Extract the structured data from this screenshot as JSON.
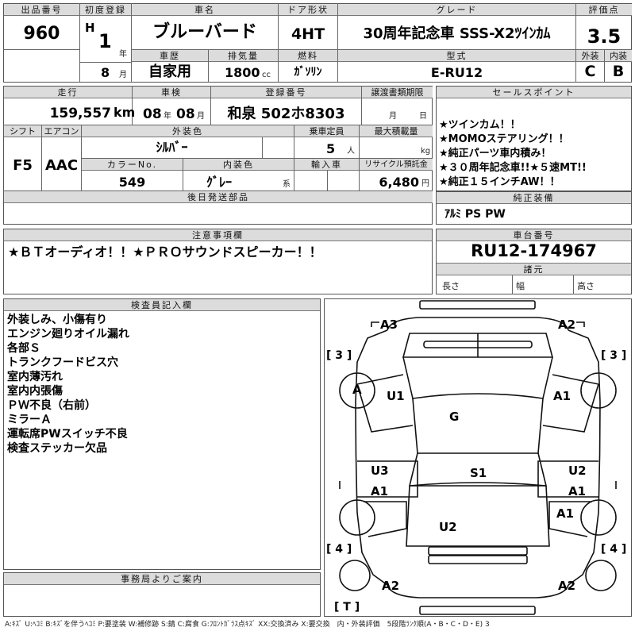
{
  "header": {
    "lot_label": "出品番号",
    "lot": "960",
    "first_reg_label": "初度登録",
    "era": "H",
    "first_reg_year": "1",
    "year_unit": "年",
    "first_reg_month": "8",
    "month_unit": "月",
    "model_label": "車名",
    "model": "ブルーバード",
    "history_label": "車歴",
    "history": "自家用",
    "displacement_label": "排気量",
    "displacement": "1800",
    "cc_unit": "cc",
    "doors_label": "ドア形状",
    "doors": "4HT",
    "fuel_label": "燃料",
    "fuel": "ｶﾞｿﾘﾝ",
    "grade_label": "グレード",
    "grade": "30周年記念車 SSS-X2ﾂｲﾝｶﾑ",
    "type_label": "型式",
    "type": "E-RU12",
    "score_label": "評価点",
    "score": "3.5",
    "ext_label": "外装",
    "ext": "C",
    "int_label": "内装",
    "int": "B"
  },
  "mid": {
    "mileage_label": "走行",
    "mileage": "159,557",
    "km_unit": "km",
    "inspection_label": "車検",
    "insp_year": "08",
    "insp_year_unit": "年",
    "insp_month": "08",
    "insp_month_unit": "月",
    "reg_label": "登録番号",
    "reg_number": "和泉 502ホ8303",
    "transfer_label": "譲渡書類期限",
    "transfer_month_unit": "月",
    "transfer_day_unit": "日",
    "shift_label": "シフト",
    "shift": "F5",
    "ac_label": "エアコン",
    "ac": "AAC",
    "color_label": "外装色",
    "color": "ｼﾙﾊﾞｰ",
    "capacity_label": "乗車定員",
    "capacity": "5",
    "capacity_unit": "人",
    "load_label": "最大積載量",
    "load_unit": "kg",
    "color_no_label": "カラーNo.",
    "color_no": "549",
    "int_color_label": "内装色",
    "int_color": "ｸﾞﾚｰ",
    "int_color_unit": "系",
    "import_label": "輸入車",
    "recycle_label": "リサイクル預託金",
    "recycle": "6,480",
    "recycle_unit": "円",
    "later_label": "後日発送部品"
  },
  "sales": {
    "label": "セールスポイント",
    "items": [
      "★ツインカム！！",
      "★MOMOステアリング！！",
      "★純正パーツ車内積み！",
      "★３０周年記念車!!★５速MT!!",
      "★純正１５インチAW！！"
    ]
  },
  "equipment": {
    "label": "純正装備",
    "value": "ｱﾙﾐ PS PW"
  },
  "notes": {
    "label": "注意事項欄",
    "value": "★ＢＴオーディオ！！★ＰＲＯサウンドスピーカー！！"
  },
  "chassis": {
    "label": "車台番号",
    "value": "RU12-174967"
  },
  "dims": {
    "label": "諸元",
    "length": "長さ",
    "width": "幅",
    "height": "高さ"
  },
  "inspector": {
    "label": "検査員記入欄",
    "items": [
      "外装しみ、小傷有り",
      "エンジン廻りオイル漏れ",
      "各部Ｓ",
      "トランクフードビス穴",
      "室内薄汚れ",
      "室内内張傷",
      "ＰＷ不良（右前）",
      "ミラーＡ",
      "運転席PWスイッチ不良",
      "検査ステッカー欠品"
    ]
  },
  "office": {
    "label": "事務局よりご案内"
  },
  "diagram": {
    "labels": {
      "a3": "A3",
      "a2_tr": "A2",
      "b3l": "[ 3 ]",
      "b3r": "[ 3 ]",
      "tire_fl": "A",
      "u1": "U1",
      "a1_fr": "A1",
      "g": "G",
      "u3": "U3",
      "a1_l": "A1",
      "s1": "S1",
      "u2_r": "U2",
      "a1_r": "A1",
      "a1_rr": "A1",
      "u2_rear": "U2",
      "b4l": "[ 4 ]",
      "b4r": "[ 4 ]",
      "a2_bl": "A2",
      "a2_br": "A2",
      "t": "[ T ]"
    }
  },
  "legend": "A:ｷｽﾞ U:ﾍｺﾐ B:ｷｽﾞを伴うﾍｺﾐ P:要塗装 W:補修跡 S:錆 C:腐食 G:ﾌﾛﾝﾄｶﾞﾗｽ点ｷｽﾞ XX:交換済み X:要交換　内・外装評価　5段階ﾗﾝｸ順(A・B・C・D・E) 3"
}
